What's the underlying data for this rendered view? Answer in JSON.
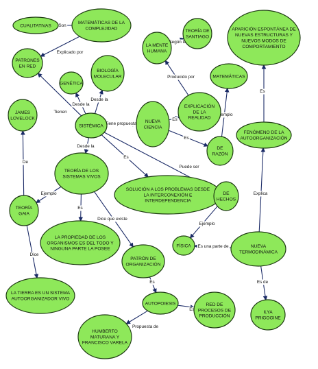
{
  "nodes": [
    {
      "id": "cualitativas",
      "lines": [
        "CUALITATIVAS"
      ]
    },
    {
      "id": "matematicas_complejidad",
      "lines": [
        "MATEMÁTICAS DE LA",
        "COMPLEJIDAD"
      ]
    },
    {
      "id": "mente_humana",
      "lines": [
        "LA MENTE",
        "HUMANA"
      ]
    },
    {
      "id": "teoria_santiago",
      "lines": [
        "TEORÍA DE",
        "SANTIAGO"
      ]
    },
    {
      "id": "aparicion",
      "lines": [
        "APARICIÓN ESPONTÁNEA DE",
        "NUEVAS ESTRUCTURAS Y",
        "NUEVOS MODOS DE",
        "COMPORTAMIENTO"
      ]
    },
    {
      "id": "patrones_red",
      "lines": [
        "PATRONES",
        "EN RED"
      ]
    },
    {
      "id": "genetica",
      "lines": [
        "GENÉTICA"
      ]
    },
    {
      "id": "biologia_molecular",
      "lines": [
        "BIOLOGÍA",
        "MOLECULAR"
      ]
    },
    {
      "id": "matematicas",
      "lines": [
        "MATEMÁTICAS"
      ]
    },
    {
      "id": "james_lovelock",
      "lines": [
        "JAMES",
        "LOVELOCK"
      ]
    },
    {
      "id": "sistemica",
      "lines": [
        "SISTÉMICA"
      ]
    },
    {
      "id": "nueva_ciencia",
      "lines": [
        "NUEVA",
        "CIENCIA"
      ]
    },
    {
      "id": "explicacion_realidad",
      "lines": [
        "EXPLICACIÓN",
        "DE LA",
        "REALIDAD"
      ]
    },
    {
      "id": "fenomeno",
      "lines": [
        "FENÓMENO DE LA",
        "AUTOORGANIZACIÓN"
      ]
    },
    {
      "id": "razon",
      "lines": [
        "DE",
        "RAZÓN"
      ]
    },
    {
      "id": "teoria_sistemas",
      "lines": [
        "TEORÍA DE LOS",
        "SISTEMAS VIVOS"
      ]
    },
    {
      "id": "solucion",
      "lines": [
        "SOLUCIÓN A LOS PROBLEMAS DESDE",
        "LA INTERCONEXIÓN E",
        "INTERDEPENDENCIA"
      ]
    },
    {
      "id": "hechos",
      "lines": [
        "DE",
        "HECHOS"
      ]
    },
    {
      "id": "teoria_gaia",
      "lines": [
        "TEORÍA",
        "GAIA"
      ]
    },
    {
      "id": "propiedad",
      "lines": [
        "LA PROPIEDAD DE LOS",
        "ORGANISMOS ES DEL TODO Y",
        "NINGUNA PARTE LA POSEE"
      ]
    },
    {
      "id": "fisica",
      "lines": [
        "FÍSICA"
      ]
    },
    {
      "id": "nueva_termo",
      "lines": [
        "NUEVA",
        "TERMODINÁMICA"
      ]
    },
    {
      "id": "patron_organizacion",
      "lines": [
        "PATRÓN DE",
        "ORGANIZACIÓN"
      ]
    },
    {
      "id": "tierra",
      "lines": [
        "LA TIERRA ES UN SISTEMA",
        "AUTOORGANIZADOR VIVO"
      ]
    },
    {
      "id": "autopoiesis",
      "lines": [
        "AUTOPOIESIS"
      ]
    },
    {
      "id": "red_procesos",
      "lines": [
        "RED DE",
        "PROCESOS DE",
        "PRODUCCIÓN"
      ]
    },
    {
      "id": "ilya",
      "lines": [
        "ILYA",
        "PRIGOGINE"
      ]
    },
    {
      "id": "humberto",
      "lines": [
        "HUMBERTO",
        "MATURANA Y",
        "FRANCISCO VARELA"
      ]
    }
  ],
  "edges": [
    {
      "from": "matematicas_complejidad",
      "to": "cualitativas",
      "label": "Son"
    },
    {
      "from": "matematicas_complejidad",
      "to": "patrones_red",
      "label": "Explicado por"
    },
    {
      "from": "mente_humana",
      "to": "teoria_santiago",
      "label": "Según la"
    },
    {
      "from": "explicacion_realidad",
      "to": "mente_humana",
      "label": "Producido por"
    },
    {
      "from": "fenomeno",
      "to": "aparicion",
      "label": "Es"
    },
    {
      "from": "sistemica",
      "to": "genetica",
      "label": "Desde la"
    },
    {
      "from": "sistemica",
      "to": "biologia_molecular",
      "label": "Desde la"
    },
    {
      "from": "sistemica",
      "to": "nueva_ciencia",
      "label": "Tiene propuestas"
    },
    {
      "from": "nueva_ciencia",
      "to": "explicacion_realidad",
      "label": "Es"
    },
    {
      "from": "nueva_ciencia",
      "to": "razon",
      "label": "Es"
    },
    {
      "from": "razon",
      "to": "matematicas",
      "label": "Ejemplo"
    },
    {
      "from": "sistemica",
      "to": "patrones_red",
      "label": "Tienen"
    },
    {
      "from": "sistemica",
      "to": "teoria_sistemas",
      "label": "Desde la"
    },
    {
      "from": "sistemica",
      "to": "solucion",
      "label": "Es"
    },
    {
      "from": "sistemica",
      "to": "hechos",
      "label": "Puede ser"
    },
    {
      "from": "teoria_gaia",
      "to": "james_lovelock",
      "label": "De"
    },
    {
      "from": "teoria_sistemas",
      "to": "teoria_gaia",
      "label": "Ejemplo"
    },
    {
      "from": "teoria_sistemas",
      "to": "propiedad",
      "label": "Es"
    },
    {
      "from": "teoria_sistemas",
      "to": "patron_organizacion",
      "label": "Dice que existe"
    },
    {
      "from": "teoria_gaia",
      "to": "tierra",
      "label": "Dice"
    },
    {
      "from": "hechos",
      "to": "fisica",
      "label": "Ejemplo"
    },
    {
      "from": "nueva_termo",
      "to": "fisica",
      "label": "Es una parte de"
    },
    {
      "from": "nueva_termo",
      "to": "fenomeno",
      "label": "Explica"
    },
    {
      "from": "nueva_termo",
      "to": "ilya",
      "label": "Es de"
    },
    {
      "from": "patron_organizacion",
      "to": "autopoiesis",
      "label": "Es"
    },
    {
      "from": "autopoiesis",
      "to": "red_procesos",
      "label": "Es"
    },
    {
      "from": "autopoiesis",
      "to": "humberto",
      "label": "Propuesta de"
    }
  ]
}
